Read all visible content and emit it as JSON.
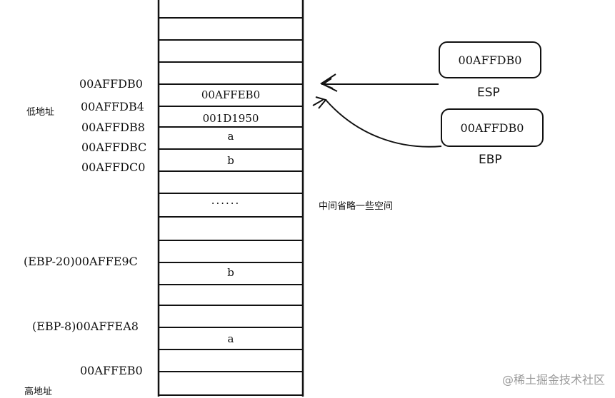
{
  "left_labels": {
    "low_address": "低地址",
    "high_address": "高地址"
  },
  "addresses": {
    "a0": "00AFFDB0",
    "a1": "00AFFDB4",
    "a2": "00AFFDB8",
    "a3": "00AFFDBC",
    "a4": "00AFFDC0",
    "ebp20": "(EBP-20)00AFFE9C",
    "ebp8": "(EBP-8)00AFFEA8",
    "end": "00AFFEB0"
  },
  "cells": {
    "c0": "00AFFEB0",
    "c1": "001D1950",
    "c2": "a",
    "c3": "b",
    "dots": "······",
    "b_lower": "b",
    "a_lower": "a"
  },
  "middle_note": "中间省略一些空间",
  "registers": {
    "esp": {
      "name": "ESP",
      "value": "00AFFDB0"
    },
    "ebp": {
      "name": "EBP",
      "value": "00AFFDB0"
    }
  },
  "watermark": "@稀土掘金技术社区"
}
